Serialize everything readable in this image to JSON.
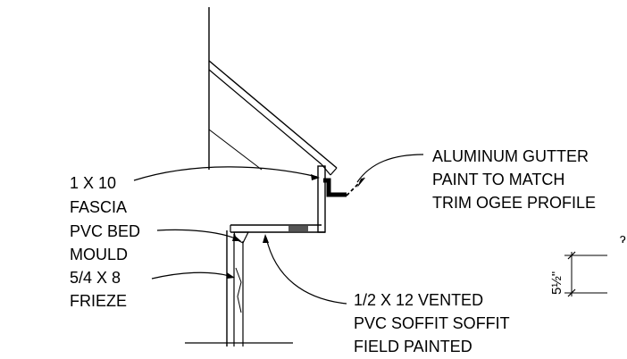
{
  "annotations": {
    "gutter": [
      "ALUMINUM GUTTER",
      "PAINT TO MATCH",
      "TRIM OGEE PROFILE"
    ],
    "fascia": [
      "1 X 10",
      "FASCIA"
    ],
    "bed_mould": [
      "PVC BED",
      "MOULD"
    ],
    "frieze": [
      "5/4 X 8",
      "FRIEZE"
    ],
    "soffit": [
      "1/2  X 12 VENTED",
      "PVC SOFFIT SOFFIT",
      "FIELD PAINTED"
    ]
  },
  "dimension": {
    "label": "5½\""
  }
}
